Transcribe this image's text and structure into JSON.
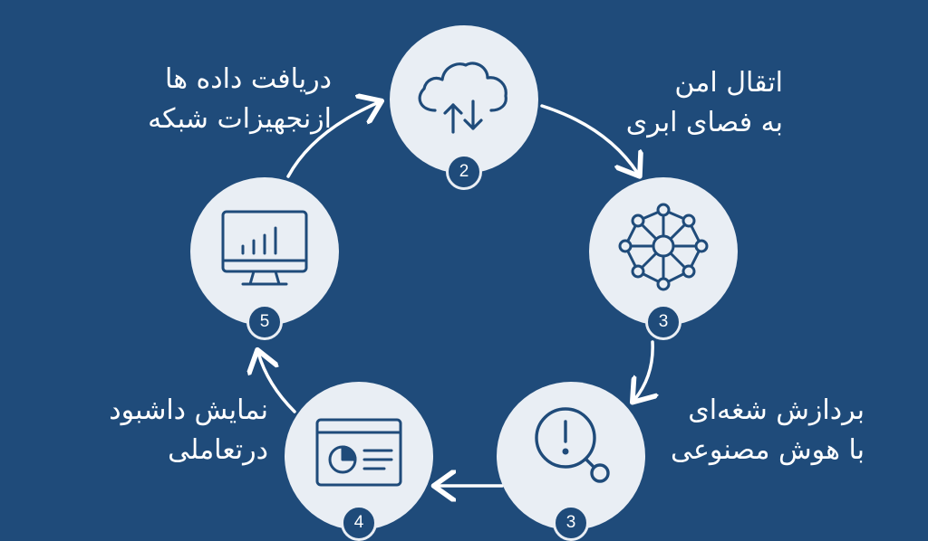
{
  "colors": {
    "background": "#1f4b7a",
    "node_fill": "#e9eef4",
    "icon_stroke": "#1f4b7a",
    "arrow": "#ffffff",
    "text": "#ffffff"
  },
  "steps": [
    {
      "badge": "2",
      "icon": "cloud-upload-download-icon",
      "label_lines": []
    },
    {
      "badge": "3",
      "icon": "neural-network-icon",
      "label_lines": [
        "اتقال امن",
        "به فصای ابری"
      ]
    },
    {
      "badge": "3",
      "icon": "alert-search-icon",
      "label_lines": [
        "بردازش شغه‌ای",
        "با هوش مصنوعی"
      ]
    },
    {
      "badge": "4",
      "icon": "dashboard-window-icon",
      "label_lines": [
        "نمایش داشبود",
        "درتعاملی"
      ]
    },
    {
      "badge": "5",
      "icon": "monitor-bar-chart-icon",
      "label_lines": [
        "دریافت داده ها",
        "ازنجهیزات شبکه"
      ]
    }
  ]
}
